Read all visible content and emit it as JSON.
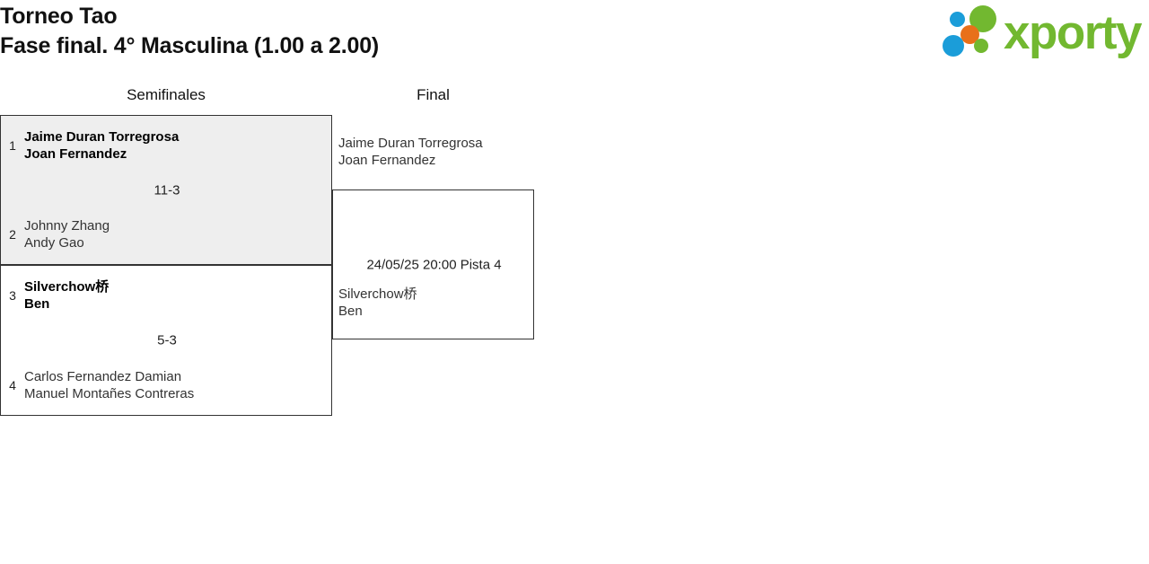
{
  "header": {
    "tournament_name": "Torneo Tao",
    "phase_line": "Fase final. 4° Masculina (1.00 a 2.00)",
    "logo": {
      "wordmark": "xporty",
      "colors": {
        "green": "#72b830",
        "orange": "#e8701a",
        "blue": "#1b9dd9"
      }
    }
  },
  "bracket": {
    "rounds": [
      {
        "id": "semifinals",
        "label": "Semifinales"
      },
      {
        "id": "final",
        "label": "Final"
      }
    ],
    "semifinals": [
      {
        "id": "sf1",
        "highlighted": true,
        "score": "11-3",
        "teams": [
          {
            "seed": "1",
            "winner": true,
            "players": [
              "Jaime Duran Torregrosa",
              "Joan Fernandez"
            ]
          },
          {
            "seed": "2",
            "winner": false,
            "players": [
              "Johnny Zhang",
              "Andy Gao"
            ]
          }
        ]
      },
      {
        "id": "sf2",
        "highlighted": false,
        "score": "5-3",
        "teams": [
          {
            "seed": "3",
            "winner": true,
            "players": [
              "Silverchow桥",
              "Ben"
            ]
          },
          {
            "seed": "4",
            "winner": false,
            "players": [
              "Carlos Fernandez Damian",
              "Manuel Montañes Contreras"
            ]
          }
        ]
      }
    ],
    "final": {
      "id": "final-match",
      "meta": "24/05/25 20:00 Pista 4",
      "date": "24/05/25",
      "time": "20:00",
      "court": "Pista 4",
      "score": "",
      "teams": [
        {
          "seed": "",
          "winner": false,
          "players": [
            "Jaime Duran Torregrosa",
            "Joan Fernandez"
          ]
        },
        {
          "seed": "",
          "winner": false,
          "players": [
            "Silverchow桥",
            "Ben"
          ]
        }
      ]
    }
  }
}
